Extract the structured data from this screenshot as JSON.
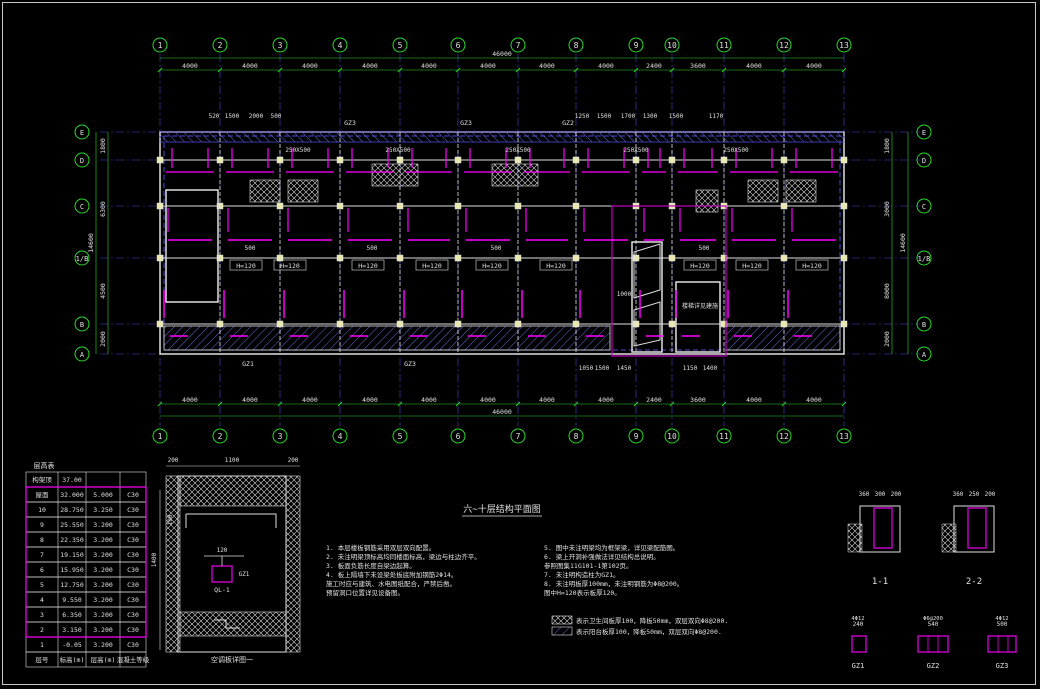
{
  "grid": {
    "col_labels": [
      "1",
      "2",
      "3",
      "4",
      "5",
      "6",
      "7",
      "8",
      "9",
      "10",
      "11",
      "12",
      "13"
    ],
    "row_labels": [
      "A",
      "B",
      "1/B",
      "C",
      "D",
      "E"
    ],
    "top_dims": [
      "4000",
      "4000",
      "4000",
      "4000",
      "4000",
      "4000",
      "4000",
      "4000",
      "2400",
      "3600",
      "4000",
      "4000"
    ],
    "bottom_dims": [
      "4000",
      "4000",
      "4000",
      "4000",
      "4000",
      "4000",
      "4000",
      "4000",
      "2400",
      "3600",
      "4000",
      "4000"
    ],
    "overall_dim": "46000",
    "left_dims": [
      "1800",
      "6300",
      "4500",
      "2000"
    ],
    "left_total": "14600",
    "right_dims": [
      "1800",
      "3000",
      "8000",
      "2000"
    ],
    "right_total": "14600"
  },
  "plan": {
    "title": "六~十层结构平面图",
    "h_labels": [
      "H=120",
      "H=120",
      "H=120",
      "H=120",
      "H=120",
      "H=120",
      "H=120",
      "H=120",
      "H=120"
    ],
    "beam_labels": [
      "250X500",
      "250X500",
      "250X500",
      "250X500",
      "250X500"
    ],
    "beam_500": [
      "500",
      "500",
      "500",
      "500"
    ],
    "col_labels": [
      "GZ3",
      "GZ3",
      "GZ2",
      "GZ1",
      "GZ3"
    ],
    "top_detail_dims": [
      "520",
      "1500",
      "2000",
      "500",
      "1250",
      "1500",
      "1700",
      "1300",
      "1500",
      "1170"
    ],
    "stair_label": "楼梯详见建施",
    "bottom_detail_dims": [
      "1050",
      "1500",
      "1450",
      "1150",
      "1400"
    ],
    "span_1000": "1000"
  },
  "table": {
    "title": "层高表",
    "headers": [
      "层号",
      "标高(m)",
      "层高(m)",
      "混凝土等级"
    ],
    "rows": [
      [
        "构架顶",
        "37.00",
        "",
        ""
      ],
      [
        "屋面",
        "32.000",
        "5.000",
        "C30"
      ],
      [
        "10",
        "28.750",
        "3.250",
        "C30"
      ],
      [
        "9",
        "25.550",
        "3.200",
        "C30"
      ],
      [
        "8",
        "22.350",
        "3.200",
        "C30"
      ],
      [
        "7",
        "19.150",
        "3.200",
        "C30"
      ],
      [
        "6",
        "15.950",
        "3.200",
        "C30"
      ],
      [
        "5",
        "12.750",
        "3.200",
        "C30"
      ],
      [
        "4",
        "9.550",
        "3.200",
        "C30"
      ],
      [
        "3",
        "6.350",
        "3.200",
        "C30"
      ],
      [
        "2",
        "3.150",
        "3.200",
        "C30"
      ],
      [
        "1",
        "-0.05",
        "3.200",
        "C30"
      ]
    ]
  },
  "section": {
    "dims_top": [
      "200",
      "1100",
      "200"
    ],
    "label_ql": "QL-1",
    "label_gz": "GZ1",
    "title": "空调板详图一",
    "dim_side": "1400",
    "dim_120": "120",
    "dim_100": "100"
  },
  "notes": {
    "left": [
      "1. 本层楼板钢筋采用双层双向配置。",
      "2. 未注明梁顶标高均同楼面标高，梁边与柱边齐平。",
      "3. 板面负筋长度自梁边起算。",
      "4. 板上隔墙下未设梁处板底附加钢筋2Φ14。",
      "   施工时应与建筑、水电图纸配合，严禁后凿。",
      "   预留洞口位置详见设备图。"
    ],
    "right": [
      "5. 图中未注明梁均为框架梁，详见梁配筋图。",
      "6. 梁上开洞补强做法详见结构总说明。",
      "   参照图集11G101-1第102页。",
      "7. 未注明构造柱为GZ1。",
      "8. 未注明板厚100mm，未注明钢筋为Φ8@200。",
      "   图中H=120表示板厚120。"
    ],
    "legend1": "表示卫生间板厚100，降板50mm，双层双向Φ8@200.",
    "legend2": "表示阳台板厚100，降板50mm，双层双向Φ8@200."
  },
  "details": {
    "s11_title": "1-1",
    "s22_title": "2-2",
    "s11_dims": [
      "360",
      "300",
      "200"
    ],
    "s22_dims": [
      "360",
      "250",
      "200"
    ],
    "gz_titles": [
      "GZ1",
      "GZ2",
      "GZ3"
    ],
    "gz_dims": [
      "240",
      "540",
      "500"
    ],
    "gz_notes": [
      "4Φ12",
      "Φ6@200",
      "4Φ12"
    ]
  }
}
